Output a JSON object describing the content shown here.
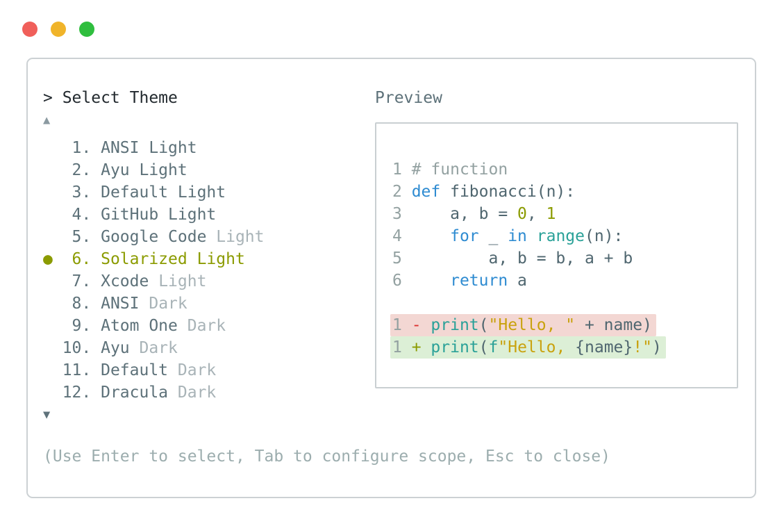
{
  "window": {
    "traffic_lights": [
      {
        "name": "close",
        "color": "#f05f5a"
      },
      {
        "name": "minimize",
        "color": "#f0b42a"
      },
      {
        "name": "maximize",
        "color": "#2fbe3e"
      }
    ]
  },
  "panel": {
    "title": "> Select Theme",
    "preview_label": "Preview",
    "scroll_up_indicator": "▲",
    "scroll_down_indicator": "▼",
    "selected_marker": "●",
    "help_text": "(Use Enter to select, Tab to configure scope, Esc to close)"
  },
  "theme_list": {
    "selected_number": 6,
    "items": [
      {
        "num": 1,
        "name": "ANSI",
        "variant": "Light",
        "dim_variant": false,
        "selected": false
      },
      {
        "num": 2,
        "name": "Ayu",
        "variant": "Light",
        "dim_variant": false,
        "selected": false
      },
      {
        "num": 3,
        "name": "Default",
        "variant": "Light",
        "dim_variant": false,
        "selected": false
      },
      {
        "num": 4,
        "name": "GitHub",
        "variant": "Light",
        "dim_variant": false,
        "selected": false
      },
      {
        "num": 5,
        "name": "Google Code",
        "variant": "Light",
        "dim_variant": true,
        "selected": false
      },
      {
        "num": 6,
        "name": "Solarized",
        "variant": "Light",
        "dim_variant": false,
        "selected": true
      },
      {
        "num": 7,
        "name": "Xcode",
        "variant": "Light",
        "dim_variant": true,
        "selected": false
      },
      {
        "num": 8,
        "name": "ANSI",
        "variant": "Dark",
        "dim_variant": true,
        "selected": false
      },
      {
        "num": 9,
        "name": "Atom One",
        "variant": "Dark",
        "dim_variant": true,
        "selected": false
      },
      {
        "num": 10,
        "name": "Ayu",
        "variant": "Dark",
        "dim_variant": true,
        "selected": false
      },
      {
        "num": 11,
        "name": "Default",
        "variant": "Dark",
        "dim_variant": true,
        "selected": false
      },
      {
        "num": 12,
        "name": "Dracula",
        "variant": "Dark",
        "dim_variant": true,
        "selected": false
      }
    ]
  },
  "preview": {
    "code_lines": [
      {
        "diff": null,
        "tokens": [
          [
            "1 ",
            "linenum"
          ],
          [
            "# function",
            "comment"
          ]
        ]
      },
      {
        "diff": null,
        "tokens": [
          [
            "2 ",
            "linenum"
          ],
          [
            "def ",
            "blue"
          ],
          [
            "fibonacci(n):",
            "body"
          ]
        ]
      },
      {
        "diff": null,
        "tokens": [
          [
            "3 ",
            "linenum"
          ],
          [
            "    a, b = ",
            "body"
          ],
          [
            "0",
            "olive"
          ],
          [
            ", ",
            "body"
          ],
          [
            "1",
            "olive"
          ]
        ]
      },
      {
        "diff": null,
        "tokens": [
          [
            "4 ",
            "linenum"
          ],
          [
            "    ",
            "body"
          ],
          [
            "for",
            "blue"
          ],
          [
            " _ ",
            "body"
          ],
          [
            "in",
            "blue"
          ],
          [
            " ",
            "body"
          ],
          [
            "range",
            "teal"
          ],
          [
            "(n):",
            "body"
          ]
        ]
      },
      {
        "diff": null,
        "tokens": [
          [
            "5 ",
            "linenum"
          ],
          [
            "        a, b = b, a + b",
            "body"
          ]
        ]
      },
      {
        "diff": null,
        "tokens": [
          [
            "6 ",
            "linenum"
          ],
          [
            "    ",
            "body"
          ],
          [
            "return",
            "blue"
          ],
          [
            " a",
            "body"
          ]
        ]
      },
      {
        "diff": null,
        "tokens": []
      },
      {
        "diff": "removed",
        "tokens": [
          [
            "1 ",
            "linenum"
          ],
          [
            "- ",
            "red"
          ],
          [
            "print",
            "teal"
          ],
          [
            "(",
            "body"
          ],
          [
            "\"Hello, \"",
            "gold"
          ],
          [
            " + name)",
            "body"
          ]
        ]
      },
      {
        "diff": "added",
        "tokens": [
          [
            "1 ",
            "linenum"
          ],
          [
            "+ ",
            "olive"
          ],
          [
            "print",
            "teal"
          ],
          [
            "(",
            "body"
          ],
          [
            "f",
            "teal"
          ],
          [
            "\"Hello, ",
            "gold"
          ],
          [
            "{name}",
            "body"
          ],
          [
            "!\"",
            "gold"
          ],
          [
            ")",
            "body"
          ]
        ]
      }
    ]
  },
  "colors": {
    "title": "#22292e",
    "slate": "#5d7179",
    "dim": "#a8b3b7",
    "olive": "#8b9b00",
    "help": "#9cadae",
    "arrow_up": "#8b9aa1",
    "arrow_down": "#5f727b",
    "border": "#ccd1d4",
    "border_inner": "#c9cfd2",
    "linenum": "#93a1a1",
    "comment": "#93a1a1",
    "body": "#4f666f",
    "blue": "#2e8bd1",
    "teal": "#2aa198",
    "gold": "#c9a20e",
    "red": "#dc322f",
    "diff_removed_bg": "#f3d7d3",
    "diff_added_bg": "#dcefd6"
  }
}
